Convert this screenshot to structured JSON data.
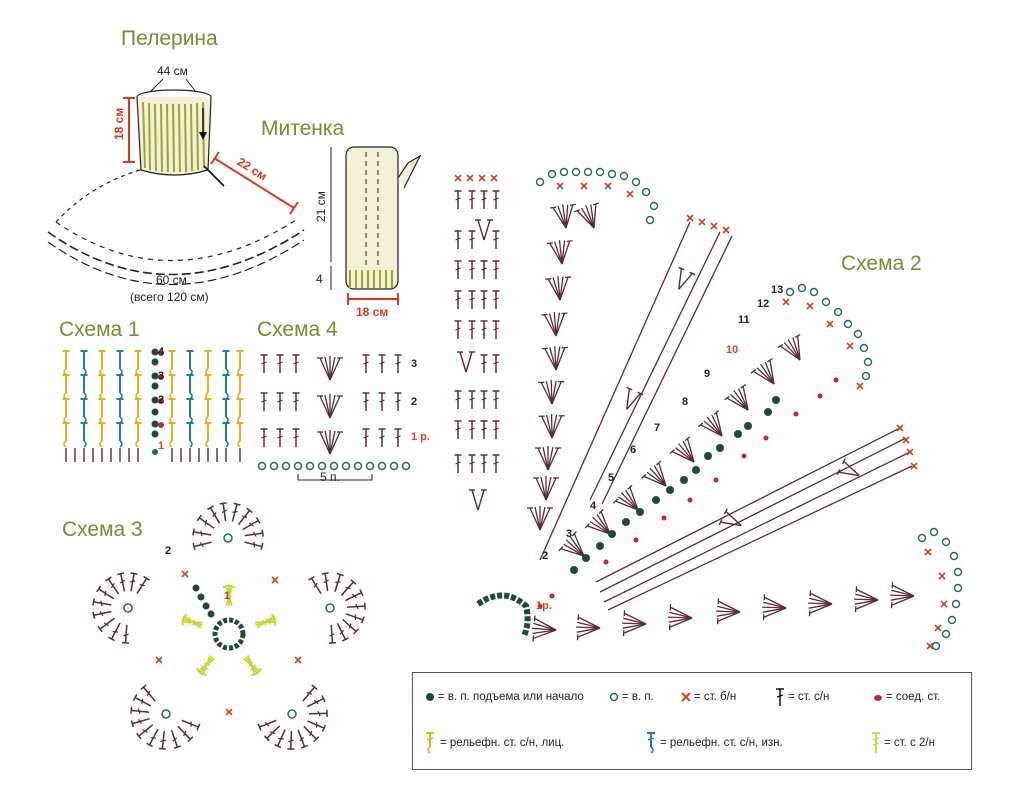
{
  "pelerina": {
    "title": "Пелерина",
    "width_top": "44 см",
    "height": "18 см",
    "slope": "22 см",
    "width_bottom": "60 см",
    "width_total": "(всего 120 см)"
  },
  "mitenka": {
    "title": "Митенка",
    "height_main": "21 см",
    "height_cuff": "4",
    "width": "18 см"
  },
  "scheme1": {
    "title": "Схема 1",
    "rows": [
      "4",
      "3",
      "2",
      "1"
    ]
  },
  "scheme4": {
    "title": "Схема 4",
    "rows": [
      "3",
      "2",
      "1 р."
    ],
    "repeat": "5 п."
  },
  "scheme3": {
    "title": "Схема 3",
    "rows": [
      "2",
      "1"
    ]
  },
  "scheme2": {
    "title": "Схема 2",
    "rows": [
      "1р.",
      "2",
      "3",
      "4",
      "5",
      "6",
      "7",
      "8",
      "9",
      "10",
      "11",
      "12",
      "13"
    ]
  },
  "legend": {
    "items": [
      {
        "symbol": "dot",
        "text": "= в. п. подъема или начало"
      },
      {
        "symbol": "circle",
        "text": "= в. п."
      },
      {
        "symbol": "cross",
        "text": "= ст. б/н"
      },
      {
        "symbol": "t",
        "text": "= ст. с/н"
      },
      {
        "symbol": "slip",
        "text": "= соед. ст."
      },
      {
        "symbol": "relief-front",
        "text": "= рельефн. ст. с/н, лиц."
      },
      {
        "symbol": "relief-back",
        "text": "= рельефн. ст. с/н, изн."
      },
      {
        "symbol": "t2",
        "text": "= ст. с 2/н"
      }
    ]
  },
  "colors": {
    "title": "#7a8a2e",
    "stitch": "#5a2a36",
    "chain": "#1e6b5a",
    "cross": "#d0451b",
    "slip": "#c0283a",
    "yellow": "#e2b21a",
    "blue": "#1f7fa8",
    "lime": "#c7d631",
    "measure": "#d23a1e",
    "dark_dot": "#1b4a3e"
  }
}
